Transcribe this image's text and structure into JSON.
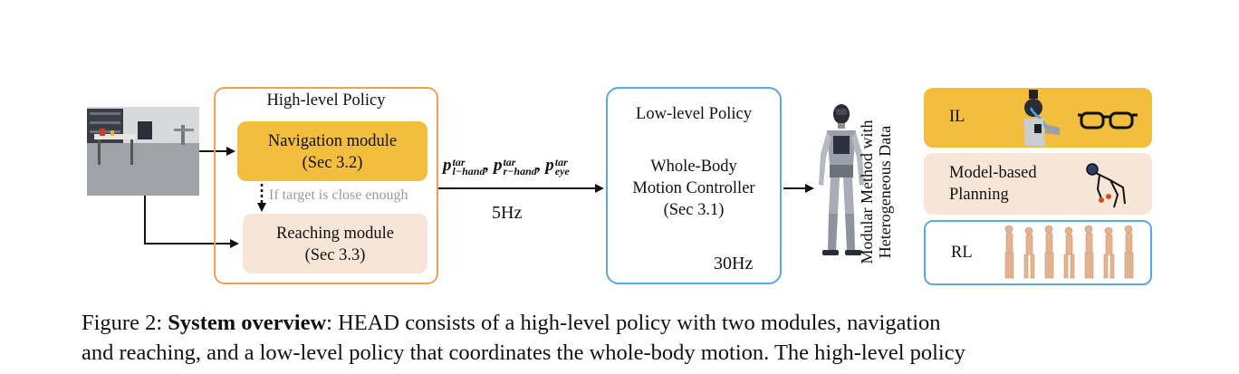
{
  "figure": {
    "high_level": {
      "title": "High-level Policy",
      "nav_module": {
        "line1": "Navigation module",
        "line2": "(Sec 3.2)"
      },
      "condition": "If target is close enough",
      "reach_module": {
        "line1": "Reaching module",
        "line2": "(Sec 3.3)"
      }
    },
    "targets": {
      "p": "p",
      "sup": "tar",
      "lhand": "l−hand",
      "rhand": "r−hand",
      "eye": "eye",
      "freq": "5Hz"
    },
    "low_level": {
      "title": "Low-level Policy",
      "controller": {
        "line1": "Whole-Body",
        "line2": "Motion Controller",
        "line3": "(Sec 3.1)"
      },
      "freq": "30Hz"
    },
    "modular": {
      "line1": "Modular Method  with",
      "line2": "Heterogeneous Data"
    },
    "methods": [
      {
        "label": "IL"
      },
      {
        "label_line1": "Model-based",
        "label_line2": "Planning"
      },
      {
        "label": "RL"
      }
    ],
    "colors": {
      "orange_border": "#e8a35a",
      "nav_fill": "#f3bd3e",
      "reach_fill": "#f7e5d7",
      "blue_border": "#5aa9e0",
      "il_fill": "#f3bd3e",
      "mbp_fill": "#f7e5d7"
    }
  },
  "caption": {
    "prefix": "Figure 2: ",
    "bold": "System overview",
    "line1_rest": ": HEAD consists of a high-level policy with two modules, navigation",
    "line2": "and reaching, and a low-level policy that coordinates the whole-body motion. The high-level policy"
  }
}
